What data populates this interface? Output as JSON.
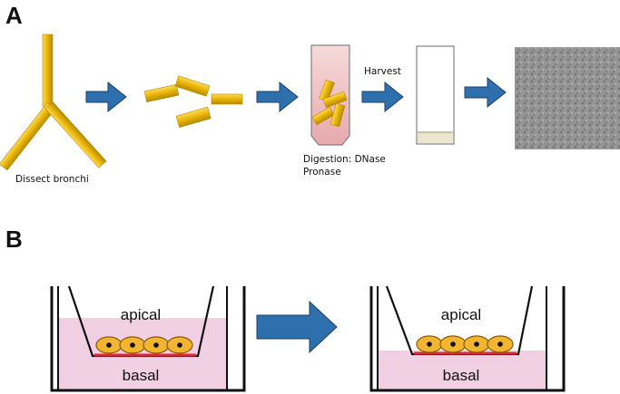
{
  "panels": {
    "a": {
      "letter": "A",
      "steps": {
        "dissect": "Dissect bronchi",
        "digestion_line1": "Digestion: DNase",
        "digestion_line2": "Pronase",
        "harvest": "Harvest"
      }
    },
    "b": {
      "letter": "B",
      "well_left": {
        "top_label": "apical",
        "bottom_label": "basal",
        "cell_count": 4
      },
      "well_right": {
        "top_label": "apical",
        "bottom_label": "basal",
        "cell_count": 4
      }
    }
  },
  "colors": {
    "arrow_blue": "#2e6fae",
    "arrow_outline": "#1f3f66",
    "tissue_gold": "#e6b400",
    "tissue_shadow": "#b88900",
    "tube_pink": "#f2c4c4",
    "medium_pink": "#f1d0e3",
    "cell_orange": "#f2b531",
    "membrane_red": "#e32636",
    "micrograph_gray": "#8c8c8c"
  }
}
